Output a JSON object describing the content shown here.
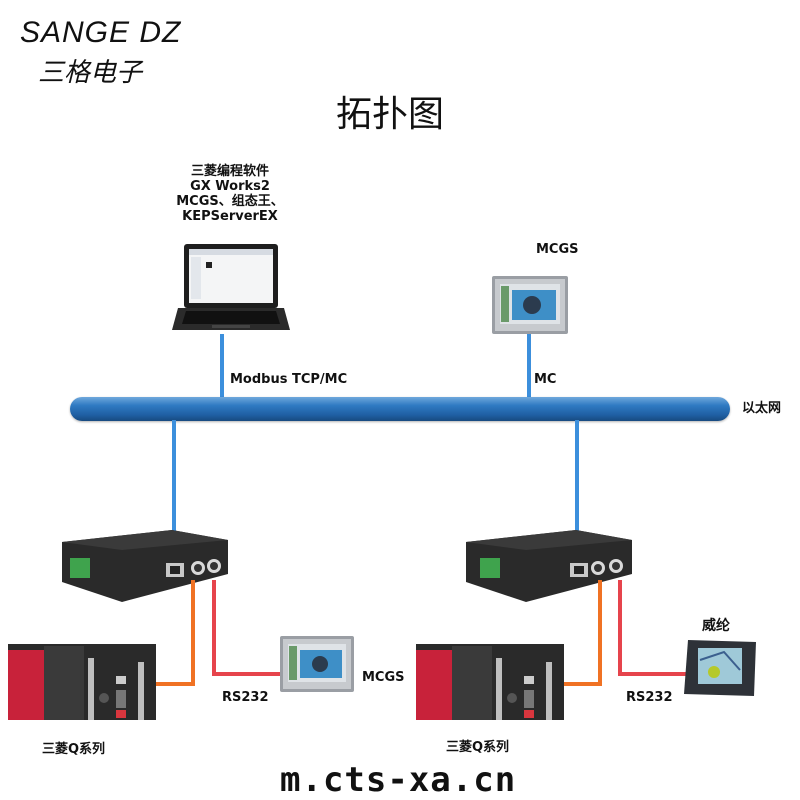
{
  "brand": {
    "name_en": "SANGE DZ",
    "name_cn": "三格电子"
  },
  "title": "拓扑图",
  "software": {
    "lines": [
      "三菱编程软件",
      "GX Works2",
      "MCGS、组态王、",
      "KEPServerEX"
    ],
    "link_label": "Modbus TCP/MC"
  },
  "hmi_top": {
    "label": "MCGS",
    "link_label": "MC"
  },
  "network": {
    "label": "以太网"
  },
  "left_branch": {
    "plc_label": "三菱Q系列",
    "serial_label": "RS232",
    "hmi_label": "MCGS"
  },
  "right_branch": {
    "plc_label": "三菱Q系列",
    "serial_label": "RS232",
    "hmi_label": "威纶"
  },
  "footer_url": "m.cts-xa.cn",
  "colors": {
    "ethernet": "#3c8fdc",
    "bus": "#2f7ac2",
    "serial_plc": "#f07224",
    "serial_hmi": "#e6444c"
  }
}
